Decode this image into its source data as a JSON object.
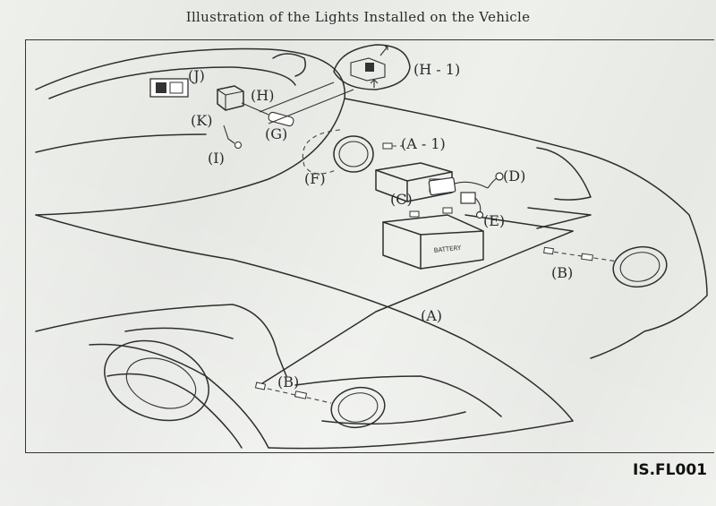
{
  "title": "Illustration of the Lights Installed on the Vehicle",
  "document_code": "IS.FL001",
  "labels": {
    "A": "(A)",
    "A1": "(A - 1)",
    "B_right": "(B)",
    "B_left": "(B)",
    "C": "(C)",
    "D": "(D)",
    "E": "(E)",
    "F": "(F)",
    "G": "(G)",
    "H": "(H)",
    "H1": "(H - 1)",
    "I": "(I)",
    "J": "(J)",
    "K": "(K)"
  },
  "battery_text": "BATTERY"
}
